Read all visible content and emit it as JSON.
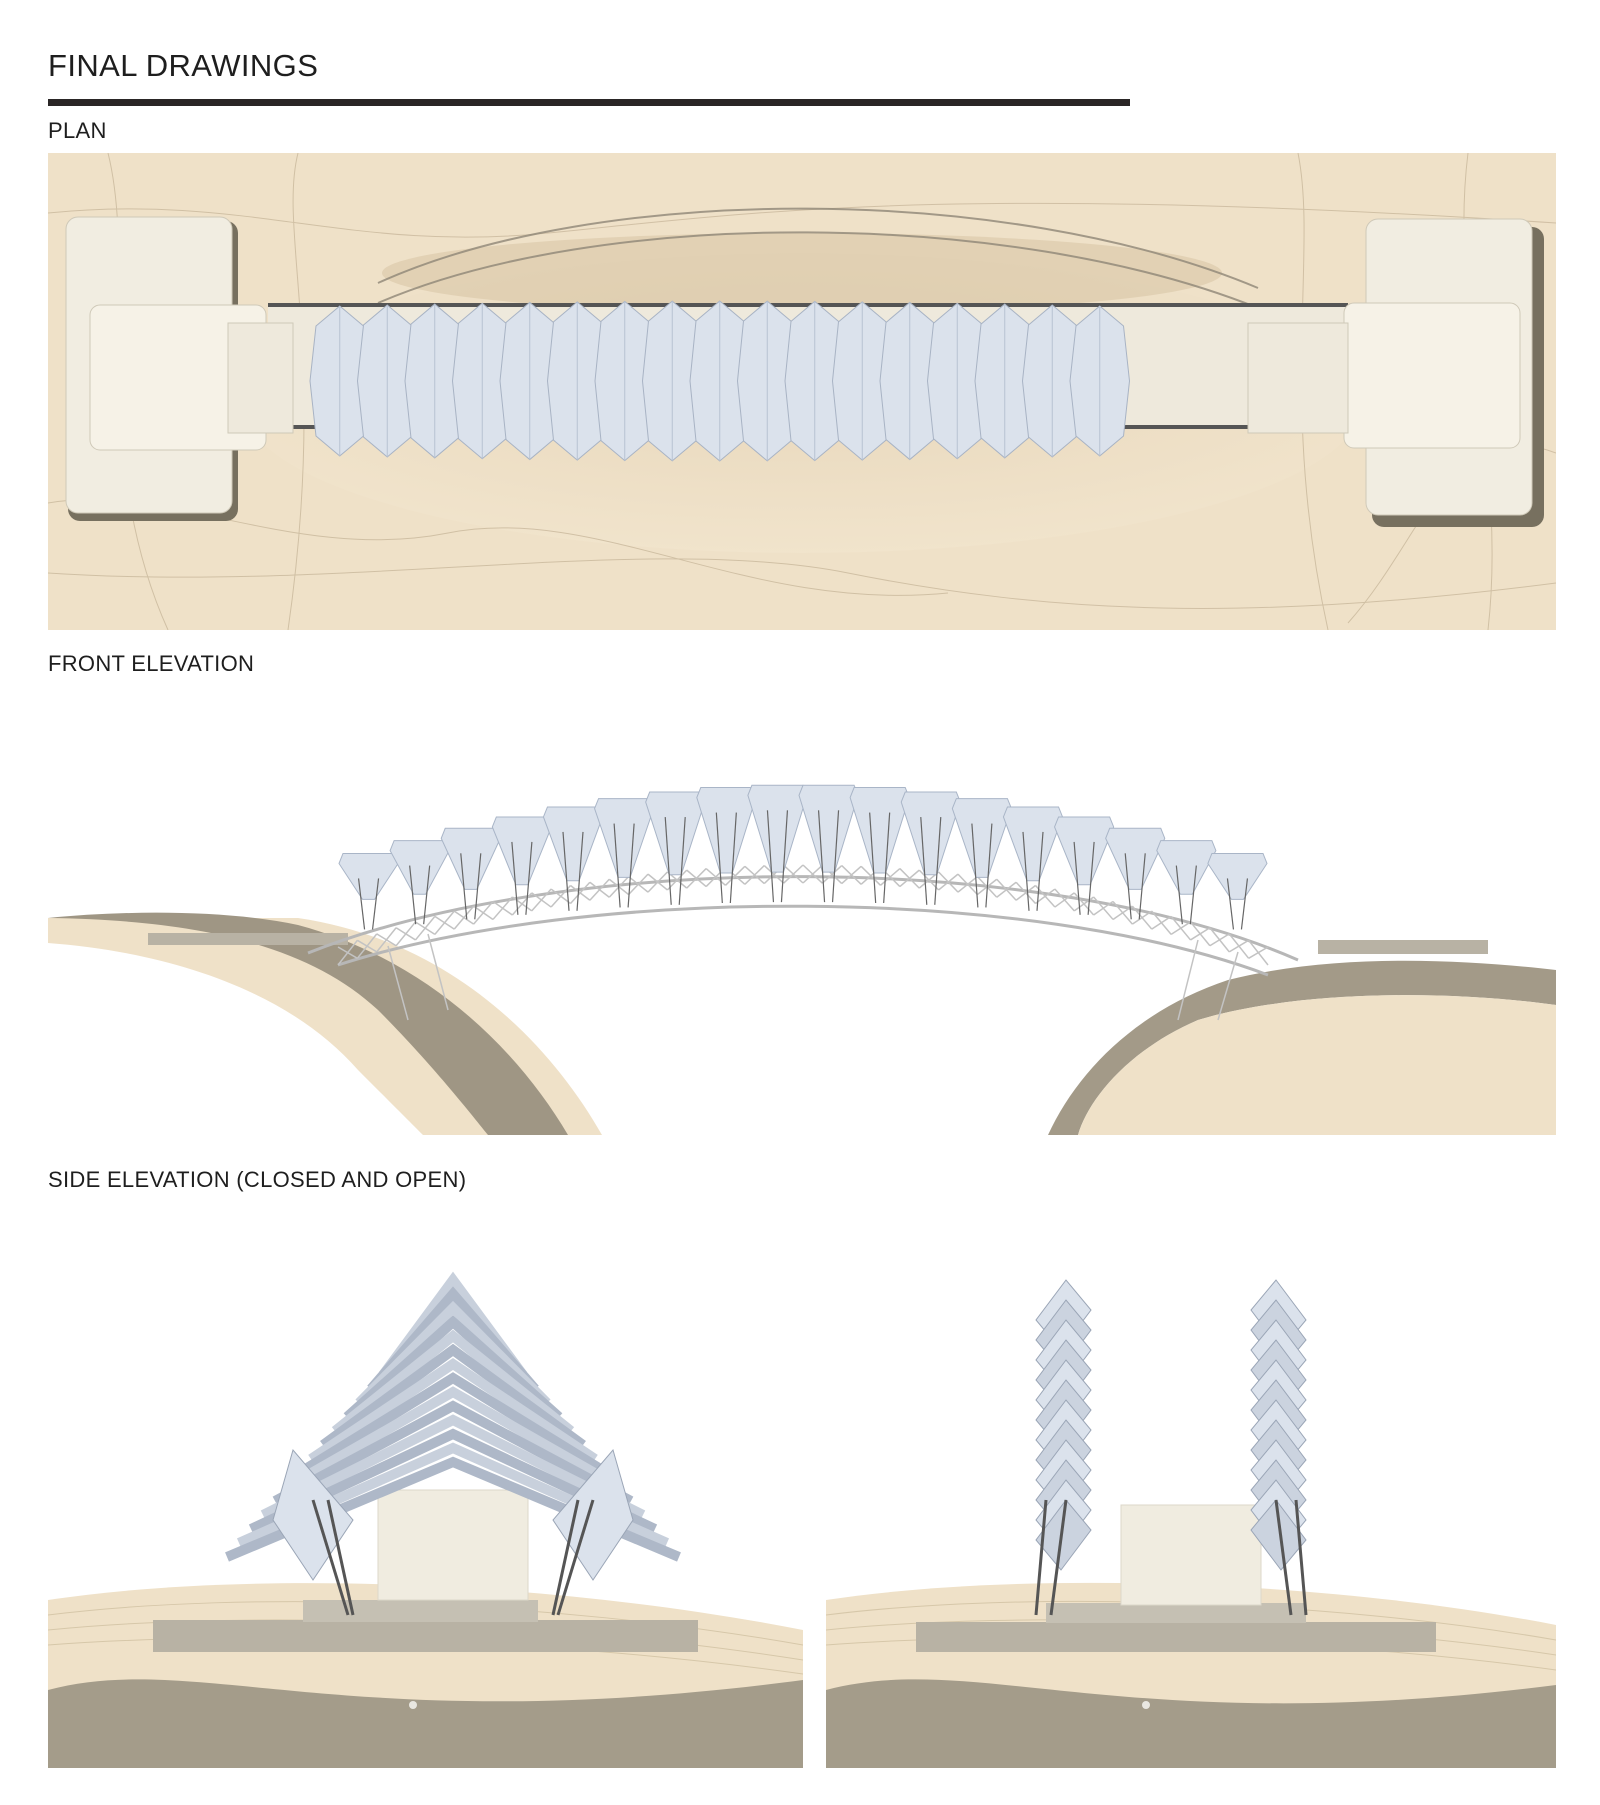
{
  "header": {
    "title": "FINAL DRAWINGS"
  },
  "sections": {
    "plan": {
      "label": "PLAN"
    },
    "front": {
      "label": "FRONT ELEVATION"
    },
    "side": {
      "label": "SIDE  ELEVATION (CLOSED AND OPEN)"
    }
  },
  "colors": {
    "sand": "#eee0c8",
    "earth": "#a39a88",
    "canopy": "#dbe2ec",
    "platform": "#f0ece0",
    "accent_rule": "#2a2626"
  }
}
